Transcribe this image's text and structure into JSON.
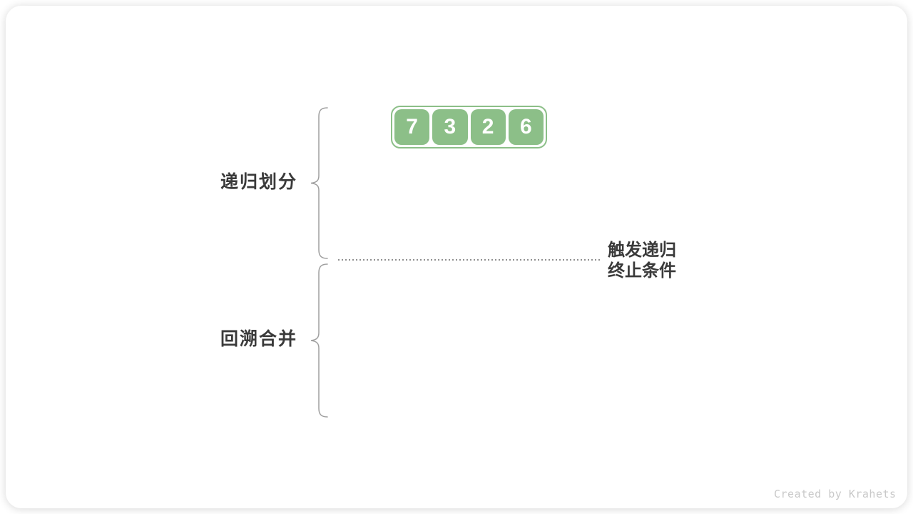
{
  "figure": {
    "array": {
      "values": [
        "7",
        "3",
        "2",
        "6"
      ]
    },
    "phase_labels": {
      "top": "递归划分",
      "bottom": "回溯合并"
    },
    "annotation": {
      "line1": "触发递归",
      "line2": "终止条件"
    },
    "watermark": "Created by Krahets"
  },
  "colors": {
    "cell_green": "#8cbf88",
    "brace_gray": "#9f9f9f",
    "text_dark": "#3a3a3a",
    "dotted_gray": "#8f8f8f",
    "watermark_gray": "#c9c9c9"
  }
}
